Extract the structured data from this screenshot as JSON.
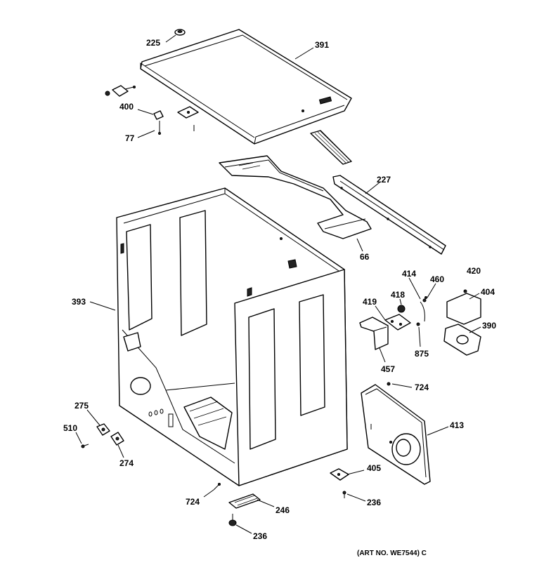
{
  "diagram": {
    "art_number": "(ART NO. WE7544) C",
    "part_labels": {
      "p225": "225",
      "p391": "391",
      "p400": "400",
      "p77": "77",
      "p227": "227",
      "p66": "66",
      "p393": "393",
      "p414": "414",
      "p460": "460",
      "p420": "420",
      "p404": "404",
      "p418": "418",
      "p419": "419",
      "p390": "390",
      "p875": "875",
      "p457": "457",
      "p724_right": "724",
      "p275": "275",
      "p510": "510",
      "p274": "274",
      "p413": "413",
      "p405": "405",
      "p236_right": "236",
      "p724_bottom": "724",
      "p246": "246",
      "p236_bottom": "236"
    }
  }
}
